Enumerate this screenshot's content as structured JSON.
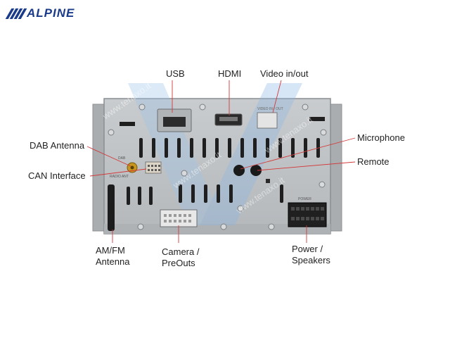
{
  "brand": {
    "logo_text": "ALPINE",
    "color": "#1a3a8a"
  },
  "labels": {
    "usb": "USB",
    "hdmi": "HDMI",
    "video": "Video in/out",
    "dab": "DAB Antenna",
    "can": "CAN Interface",
    "microphone": "Microphone",
    "remote": "Remote",
    "amfm_line1": "AM/FM",
    "amfm_line2": "Antenna",
    "camera_line1": "Camera /",
    "camera_line2": "PreOuts",
    "power_line1": "Power /",
    "power_line2": "Speakers"
  },
  "panel_markings": {
    "radio_ant": "RADIO ANT",
    "power": "POWER",
    "dab": "DAB",
    "video_in_out": "VIDEO IN / OUT"
  },
  "watermark": "www.tenaxo.it",
  "leader_color": "#d23a3a"
}
